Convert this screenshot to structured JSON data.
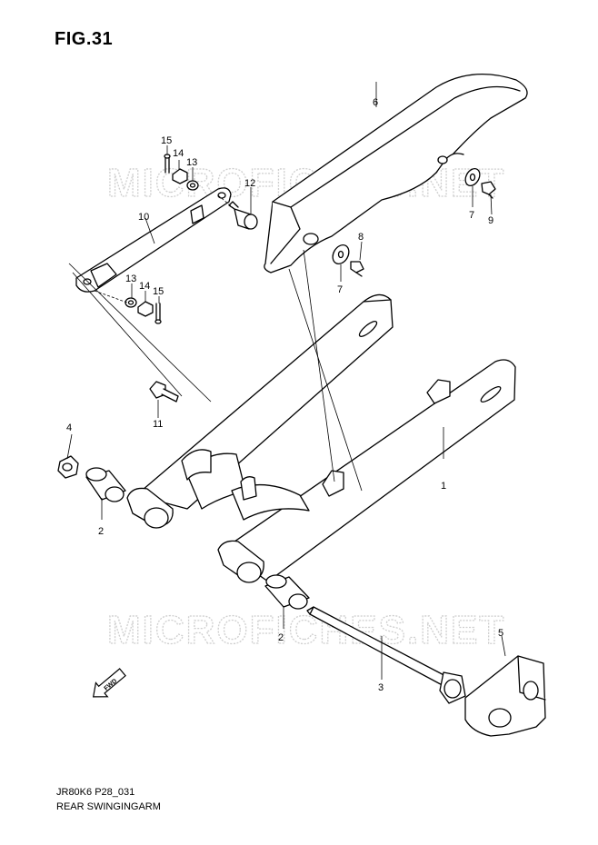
{
  "figure": {
    "title": "FIG.31"
  },
  "footer": {
    "code": "JR80K6 P28_031",
    "name": "REAR SWINGINGARM"
  },
  "watermark": {
    "text": "MICROFICHES.NET"
  },
  "fwd_mark": {
    "text": "FWD"
  },
  "callouts": {
    "c1": "1",
    "c2a": "2",
    "c2b": "2",
    "c3": "3",
    "c4": "4",
    "c5": "5",
    "c6": "6",
    "c7a": "7",
    "c7b": "7",
    "c8": "8",
    "c9": "9",
    "c10": "10",
    "c11": "11",
    "c12": "12",
    "c13a": "13",
    "c13b": "13",
    "c14a": "14",
    "c14b": "14",
    "c15a": "15",
    "c15b": "15"
  }
}
